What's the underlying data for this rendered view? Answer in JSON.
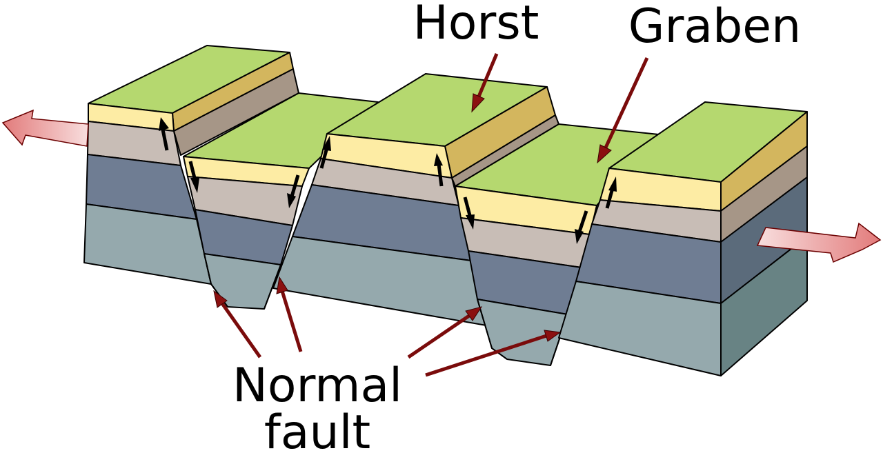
{
  "labels": {
    "horst": "Horst",
    "graben": "Graben",
    "normal_fault_line1": "Normal",
    "normal_fault_line2": "fault"
  },
  "colors": {
    "surface_green": "#b5d86f",
    "sandstone_yellow": "#fdeca4",
    "sandstone_side": "#d3b65e",
    "shale_taupe": "#c8bdb6",
    "shale_side": "#a69687",
    "slate_blue": "#6f7d93",
    "slate_side": "#5b6b7b",
    "base_teal": "#95a9ad",
    "base_side": "#688384",
    "pointer_red": "#8b1010",
    "extension_arrow": "#e58a8a"
  },
  "icons": {
    "extension_arrows": "double-headed-pull-apart-arrow",
    "block_motion": "short-black-arrow-icon",
    "label_pointer": "dark-red-pointer-arrow"
  }
}
